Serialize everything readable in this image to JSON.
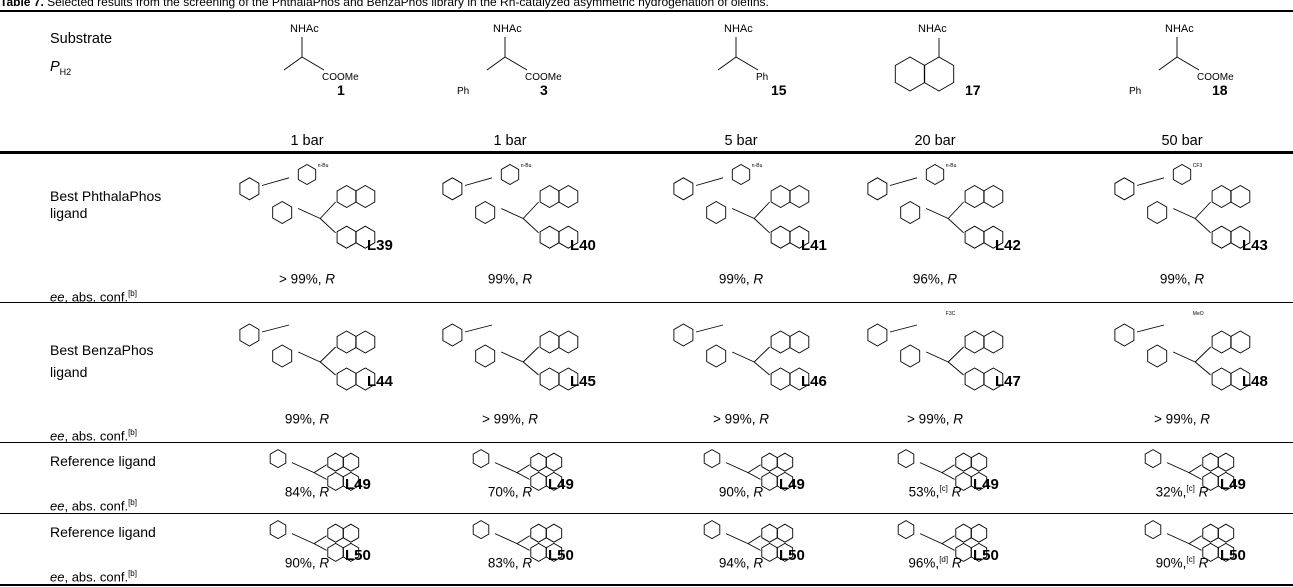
{
  "caption": {
    "label": "Table 7.",
    "text": " Selected results from the screening of the PhthalaPhos and BenzaPhos library in the Rh-catalyzed asymmetric hydrogenation of olefins."
  },
  "header": {
    "substrate_label": "Substrate",
    "pressure_symbol": "P",
    "pressure_subscript": "H2",
    "substrates": [
      {
        "id": "1",
        "pressure": "1 bar",
        "groups": [
          "NHAc",
          "COOMe"
        ]
      },
      {
        "id": "3",
        "pressure": "1 bar",
        "groups": [
          "NHAc",
          "COOMe",
          "Ph"
        ]
      },
      {
        "id": "15",
        "pressure": "5 bar",
        "groups": [
          "NHAc",
          "Ph"
        ]
      },
      {
        "id": "17",
        "pressure": "20 bar",
        "groups": [
          "NHAc"
        ]
      },
      {
        "id": "18",
        "pressure": "50 bar",
        "groups": [
          "NHAc",
          "COOMe",
          "Ph"
        ]
      }
    ]
  },
  "ee_label": {
    "ee": "ee",
    "rest": ", abs. conf.",
    "note": "[b]"
  },
  "rows": [
    {
      "label_line1": "Best PhthalaPhos",
      "label_line2": "ligand",
      "cells": [
        {
          "ligand": "L39",
          "value": "> 99%, ",
          "note": "",
          "config": "R",
          "subst": "n-Bu"
        },
        {
          "ligand": "L40",
          "value": "99%, ",
          "note": "",
          "config": "R",
          "subst": "n-Bu"
        },
        {
          "ligand": "L41",
          "value": "99%, ",
          "note": "",
          "config": "R",
          "subst": "n-Bu"
        },
        {
          "ligand": "L42",
          "value": "96%, ",
          "note": "",
          "config": "R",
          "subst": "n-Bu"
        },
        {
          "ligand": "L43",
          "value": "99%, ",
          "note": "",
          "config": "R",
          "subst": "CF3"
        }
      ]
    },
    {
      "label_line1": "Best BenzaPhos",
      "label_line2": "ligand",
      "cells": [
        {
          "ligand": "L44",
          "value": "99%, ",
          "note": "",
          "config": "R",
          "subst": ""
        },
        {
          "ligand": "L45",
          "value": "> 99%, ",
          "note": "",
          "config": "R",
          "subst": ""
        },
        {
          "ligand": "L46",
          "value": "> 99%, ",
          "note": "",
          "config": "R",
          "subst": ""
        },
        {
          "ligand": "L47",
          "value": "> 99%, ",
          "note": "",
          "config": "R",
          "subst": "F3C"
        },
        {
          "ligand": "L48",
          "value": "> 99%, ",
          "note": "",
          "config": "R",
          "subst": "MeO"
        }
      ]
    },
    {
      "label_line1": "Reference ligand",
      "cells": [
        {
          "ligand": "L49",
          "value": "84%, ",
          "note": "",
          "config": "R"
        },
        {
          "ligand": "L49",
          "value": "70%, ",
          "note": "",
          "config": "R"
        },
        {
          "ligand": "L49",
          "value": "90%, ",
          "note": "",
          "config": "R"
        },
        {
          "ligand": "L49",
          "value": "53%,",
          "note": "[c]",
          "config": " R"
        },
        {
          "ligand": "L49",
          "value": "32%,",
          "note": "[c]",
          "config": " R"
        }
      ]
    },
    {
      "label_line1": "Reference ligand",
      "cells": [
        {
          "ligand": "L50",
          "value": "90%, ",
          "note": "",
          "config": "R"
        },
        {
          "ligand": "L50",
          "value": "83%, ",
          "note": "",
          "config": "R"
        },
        {
          "ligand": "L50",
          "value": "94%, ",
          "note": "",
          "config": "R"
        },
        {
          "ligand": "L50",
          "value": "96%,",
          "note": "[d]",
          "config": " R"
        },
        {
          "ligand": "L50",
          "value": "90%,",
          "note": "[c]",
          "config": " R"
        }
      ]
    }
  ]
}
